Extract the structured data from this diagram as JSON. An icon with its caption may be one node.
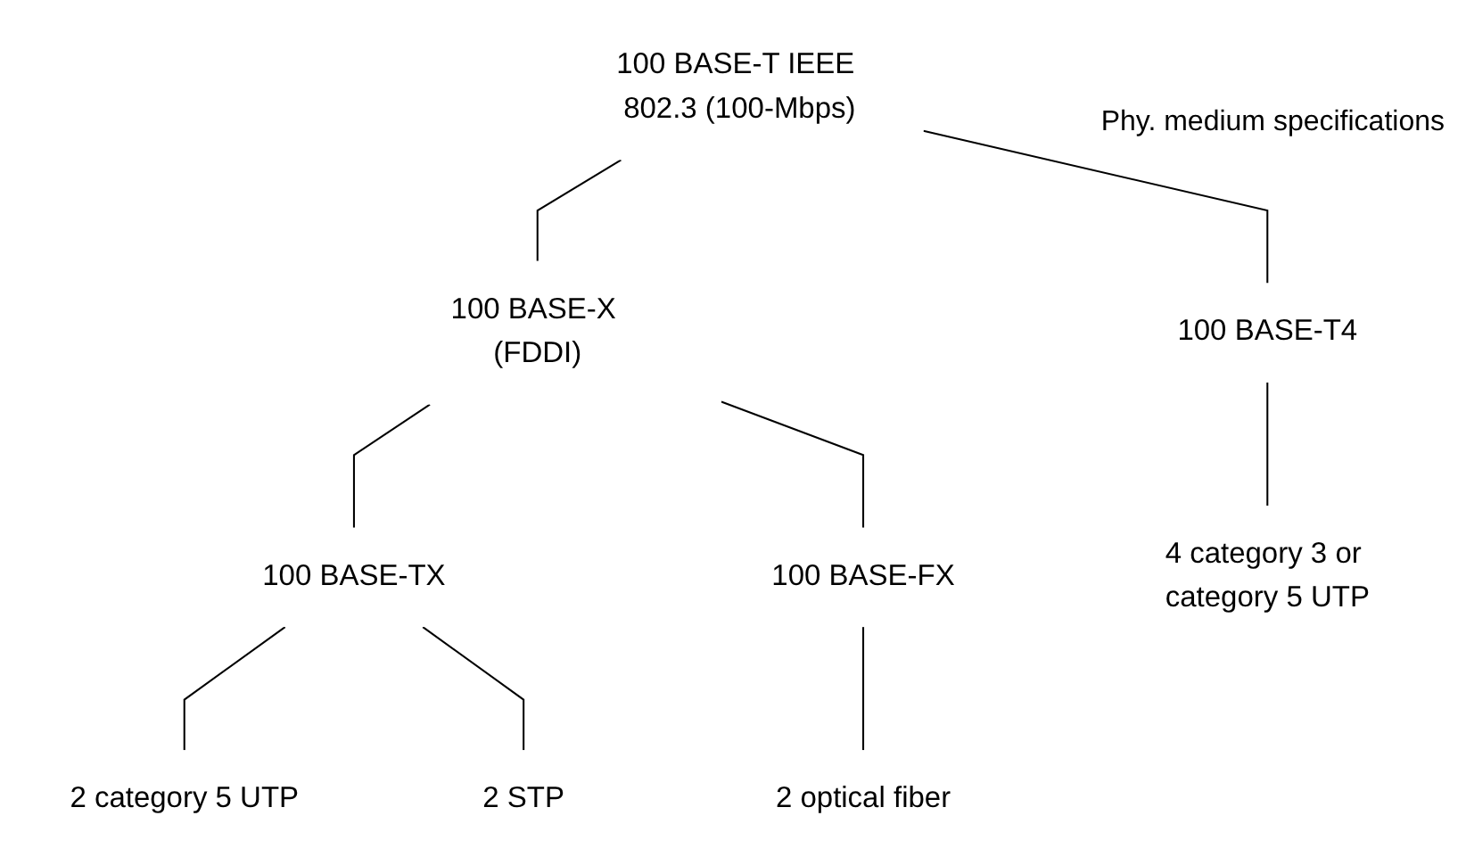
{
  "diagram": {
    "nodes": [
      {
        "text": [
          "100 BASE-T IEEE 802.3 (100-Mbps)"
        ]
      },
      {
        "text": [
          "100 BASE-X (FDDI)"
        ]
      },
      {
        "text": [
          "100 BASE-T4"
        ]
      },
      {
        "text": [
          "100 BASE-TX"
        ]
      },
      {
        "text": [
          "100 BASE-FX"
        ]
      },
      {
        "text": [
          "2 category 5 UTP"
        ]
      },
      {
        "text": [
          "2 STP"
        ]
      },
      {
        "text": [
          "2 optical fiber"
        ]
      },
      {
        "text": [
          "4 category 3 or category 5 UTP"
        ]
      }
    ],
    "edges": [
      {
        "from": 0,
        "to": 1,
        "arrow": "none"
      },
      {
        "from": 0,
        "to": 2,
        "arrow": "none"
      },
      {
        "from": 1,
        "to": 3,
        "arrow": "none"
      },
      {
        "from": 1,
        "to": 4,
        "arrow": "none"
      },
      {
        "from": 3,
        "to": 5,
        "arrow": "none"
      },
      {
        "from": 3,
        "to": 6,
        "arrow": "none"
      },
      {
        "from": 4,
        "to": 7,
        "arrow": "none"
      },
      {
        "from": 2,
        "to": 8,
        "arrow": "none"
      }
    ],
    "labels": [
      "Phy. medium specifications"
    ]
  }
}
